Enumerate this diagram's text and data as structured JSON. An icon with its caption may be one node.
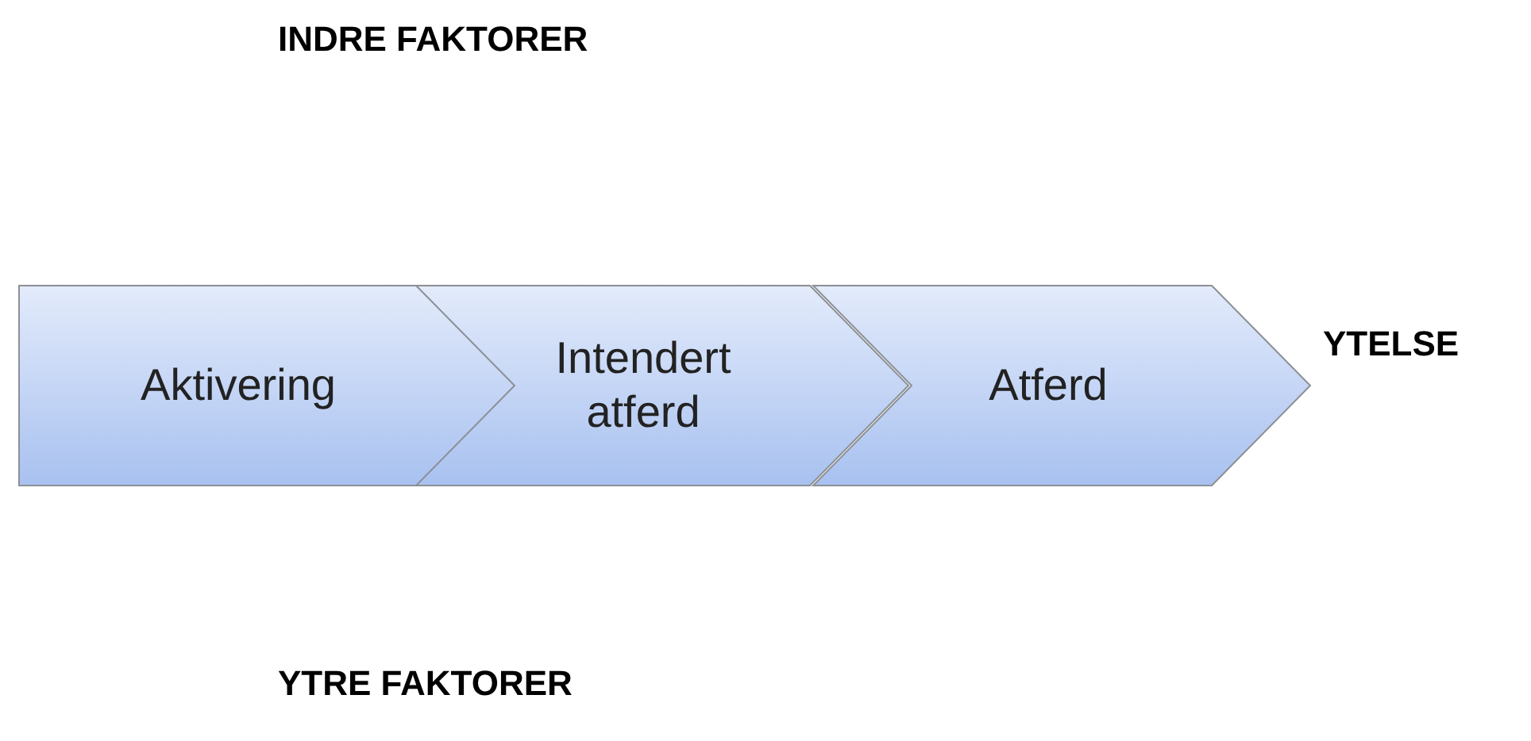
{
  "diagram": {
    "nodes": [
      {
        "text": [
          "Aktivering"
        ]
      },
      {
        "text": [
          "Intendert atferd"
        ]
      },
      {
        "text": [
          "Atferd"
        ]
      }
    ],
    "labels": [
      "INDRE FAKTORER",
      "YTELSE",
      "YTRE FAKTORER"
    ]
  }
}
